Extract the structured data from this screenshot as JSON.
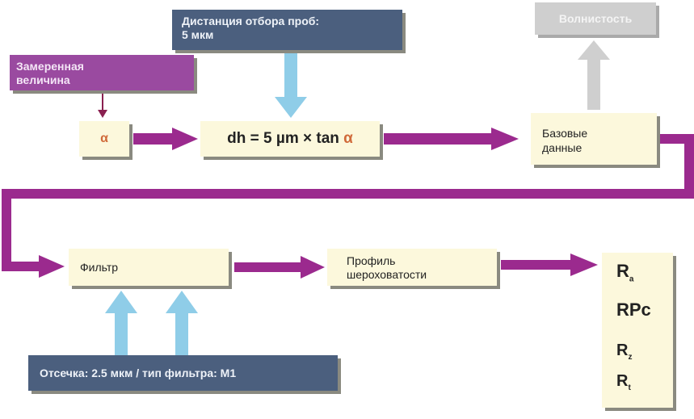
{
  "measured": {
    "label_line1": "Замеренная",
    "label_line2": "величина"
  },
  "sampling": {
    "label_line1": "Дистанция отбора проб:",
    "label_line2": "5 мкм"
  },
  "waviness": {
    "label": "Волнистость"
  },
  "alpha_box": {
    "symbol": "α"
  },
  "formula": {
    "text": "dh = 5 µm × tan ",
    "symbol": "α"
  },
  "base_data": {
    "label_line1": "Базовые",
    "label_line2": "данные"
  },
  "filter": {
    "label": "Фильтр"
  },
  "profile": {
    "label_line1": "Профиль",
    "label_line2": "шероховатости"
  },
  "cutoff": {
    "label": "Отсечка: 2.5 мкм / тип фильтра: M1"
  },
  "results": [
    {
      "main": "R",
      "sub": "a"
    },
    {
      "main": "RPc",
      "sub": ""
    },
    {
      "main": "R",
      "sub": "z"
    },
    {
      "main": "R",
      "sub": "t"
    }
  ],
  "colors": {
    "flow": "#9b2a8e",
    "input_arrow": "#8fcde8",
    "waviness_arrow": "#cfcfcf"
  }
}
